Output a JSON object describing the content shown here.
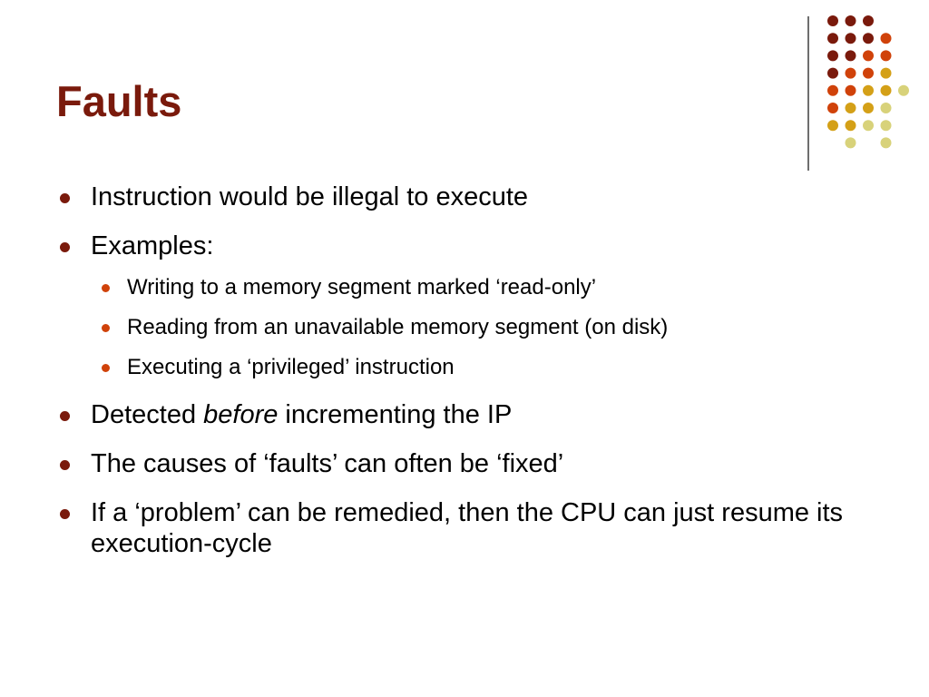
{
  "slide": {
    "title": "Faults",
    "bullets": [
      {
        "text": "Instruction would be illegal to execute"
      },
      {
        "text": "Examples:"
      },
      {
        "text": "Detected ",
        "emphasis": "before",
        "after": " incrementing the IP"
      },
      {
        "text": "The causes of ‘faults’ can often be ‘fixed’"
      },
      {
        "text": "If a ‘problem’ can be remedied, then the CPU can just resume its execution-cycle"
      }
    ],
    "sub_bullets": [
      {
        "text": "Writing to a memory segment marked ‘read-only’"
      },
      {
        "text": "Reading from an unavailable memory segment (on disk)"
      },
      {
        "text": "Executing a ‘privileged’ instruction"
      }
    ]
  },
  "theme": {
    "title_color": "#7a1a0c",
    "bullet_color": "#7a1a0c",
    "sub_bullet_color": "#d0420a",
    "dot_colors": [
      "#7a1a0c",
      "#d0420a",
      "#d4a017",
      "#d8d27a"
    ]
  }
}
